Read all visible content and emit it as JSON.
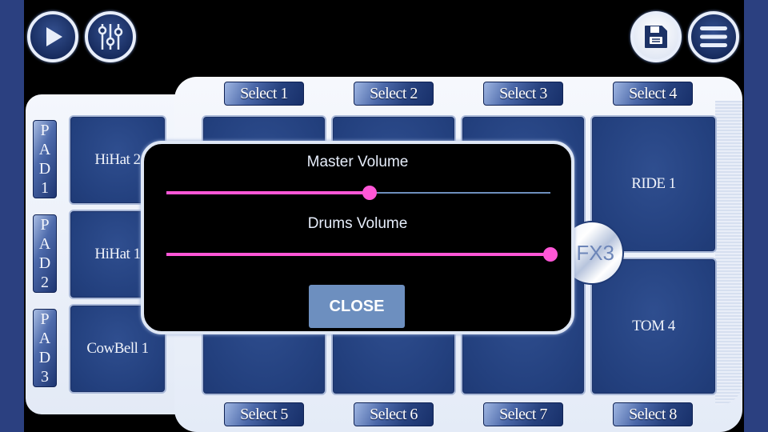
{
  "toolbar": {
    "left_buttons": [
      {
        "name": "play",
        "icon": "play-icon"
      },
      {
        "name": "mixer",
        "icon": "sliders-icon"
      }
    ],
    "right_buttons": [
      {
        "name": "save",
        "icon": "floppy-disk-icon"
      },
      {
        "name": "menu",
        "icon": "hamburger-menu-icon"
      }
    ]
  },
  "pad_tabs": [
    {
      "label": [
        "P",
        "A",
        "D",
        "1"
      ]
    },
    {
      "label": [
        "P",
        "A",
        "D",
        "2"
      ]
    },
    {
      "label": [
        "P",
        "A",
        "D",
        "3"
      ]
    }
  ],
  "side_pads": [
    "HiHat 2",
    "HiHat 1",
    "CowBell 1"
  ],
  "select_top": [
    "Select 1",
    "Select 2",
    "Select 3",
    "Select 4"
  ],
  "select_bottom": [
    "Select 5",
    "Select 6",
    "Select 7",
    "Select 8"
  ],
  "grid_pads": {
    "row1": [
      "",
      "",
      "",
      "RIDE 1"
    ],
    "row2": [
      "",
      "",
      "",
      "TOM 4"
    ],
    "row3": [
      "",
      "",
      ""
    ]
  },
  "fx_knob": {
    "label": "FX3"
  },
  "volume_dialog": {
    "master_label": "Master Volume",
    "master_value_percent": 53,
    "drums_label": "Drums  Volume",
    "drums_value_percent": 100,
    "close_label": "CLOSE"
  },
  "colors": {
    "accent": "#ff57d7",
    "track": "#6e8fbd",
    "pad_blue": "#23407e",
    "button": "#6d8fbf"
  }
}
